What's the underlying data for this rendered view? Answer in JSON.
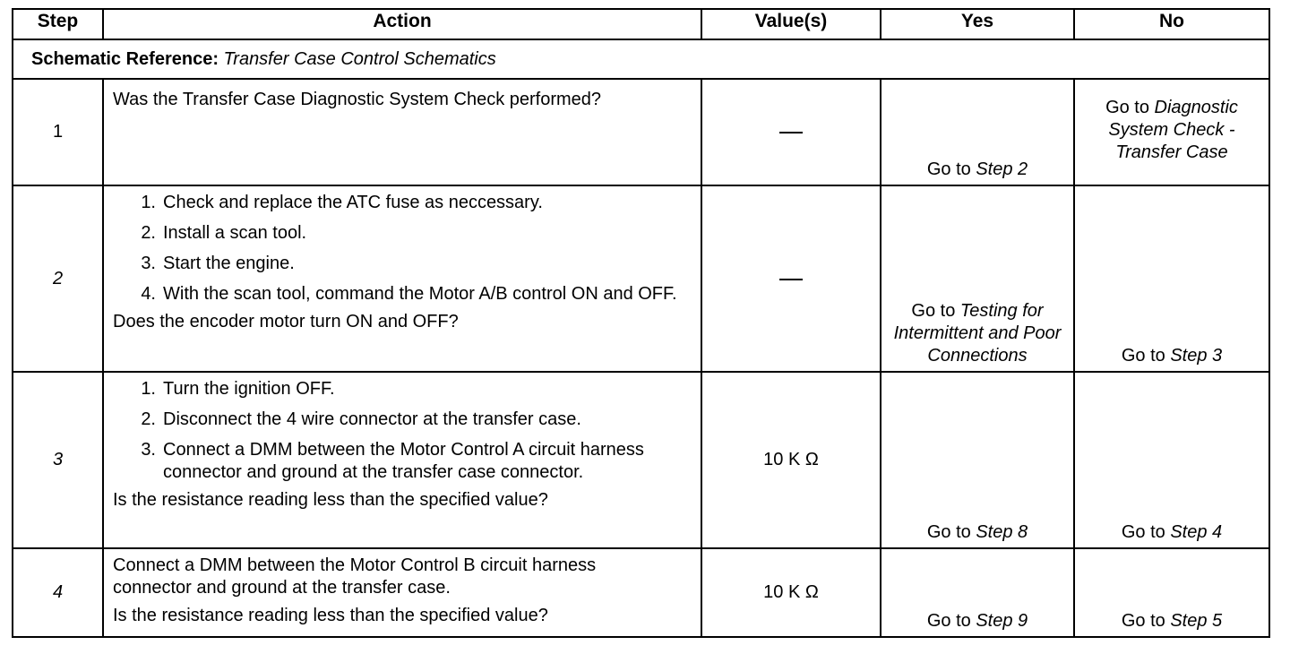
{
  "headers": {
    "step": "Step",
    "action": "Action",
    "values": "Value(s)",
    "yes": "Yes",
    "no": "No"
  },
  "schematic": {
    "label": "Schematic Reference:",
    "value": "Transfer Case Control Schematics"
  },
  "rows": [
    {
      "step": "1",
      "action_text": "Was the Transfer Case Diagnostic System Check performed?",
      "value": "—",
      "yes_prefix": "Go to",
      "yes_target": "Step 2",
      "no_prefix": "Go to",
      "no_target": "Diagnostic System Check - Transfer Case"
    },
    {
      "step": "2",
      "items": [
        "Check and replace the ATC fuse as neccessary.",
        "Install a scan tool.",
        "Start the engine.",
        "With the scan tool, command the Motor A/B control ON and OFF."
      ],
      "question": "Does the encoder motor turn ON and OFF?",
      "value": "—",
      "yes_prefix": "Go to",
      "yes_target": "Testing for Intermittent and Poor Connections",
      "no_prefix": "Go to",
      "no_target": "Step 3"
    },
    {
      "step": "3",
      "items": [
        "Turn the ignition OFF.",
        "Disconnect the 4 wire connector at the transfer case.",
        "Connect a DMM between the Motor Control A circuit harness connector and ground at the transfer case connector."
      ],
      "question": "Is the resistance reading less than the specified value?",
      "value": "10 K Ω",
      "yes_prefix": "Go to",
      "yes_target": "Step 8",
      "no_prefix": "Go to",
      "no_target": "Step 4"
    },
    {
      "step": "4",
      "action_text": "Connect a DMM between the Motor Control B circuit harness connector and ground at the transfer case.",
      "question": "Is the resistance reading less than the specified value?",
      "value": "10 K Ω",
      "yes_prefix": "Go to",
      "yes_target": "Step 9",
      "no_prefix": "Go to",
      "no_target": "Step 5"
    }
  ]
}
